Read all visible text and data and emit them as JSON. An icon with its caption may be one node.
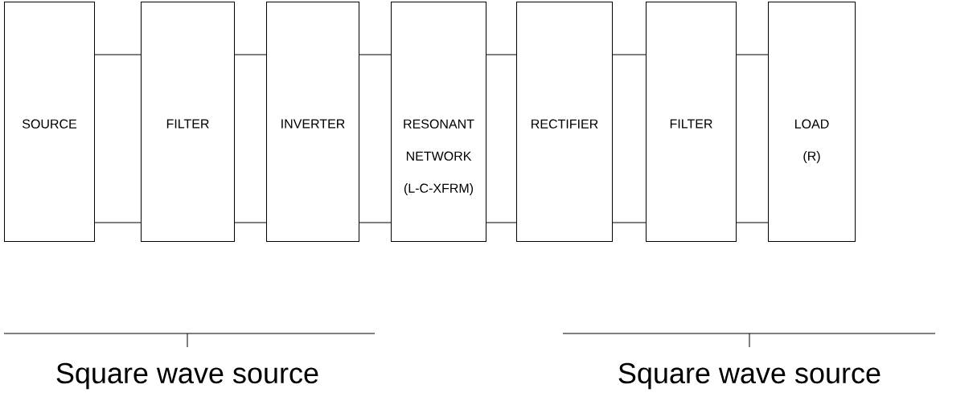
{
  "diagram": {
    "nodes": [
      {
        "text": [
          "SOURCE"
        ]
      },
      {
        "text": [
          "FILTER"
        ]
      },
      {
        "text": [
          "INVERTER"
        ]
      },
      {
        "text": [
          "RESONANT NETWORK (L-C-XFRM)"
        ]
      },
      {
        "text": [
          "RECTIFIER"
        ]
      },
      {
        "text": [
          "FILTER"
        ]
      },
      {
        "text": [
          "LOAD (R)"
        ]
      }
    ],
    "edges": [
      {
        "from": 0,
        "to": 1,
        "arrow": "none"
      },
      {
        "from": 0,
        "to": 1,
        "arrow": "none"
      },
      {
        "from": 1,
        "to": 2,
        "arrow": "none"
      },
      {
        "from": 1,
        "to": 2,
        "arrow": "none"
      },
      {
        "from": 2,
        "to": 3,
        "arrow": "none"
      },
      {
        "from": 2,
        "to": 3,
        "arrow": "none"
      },
      {
        "from": 3,
        "to": 4,
        "arrow": "none"
      },
      {
        "from": 3,
        "to": 4,
        "arrow": "none"
      },
      {
        "from": 4,
        "to": 5,
        "arrow": "none"
      },
      {
        "from": 4,
        "to": 5,
        "arrow": "none"
      },
      {
        "from": 5,
        "to": 6,
        "arrow": "none"
      },
      {
        "from": 5,
        "to": 6,
        "arrow": "none"
      }
    ],
    "labels": [
      "Square wave source",
      "Square wave source"
    ]
  }
}
